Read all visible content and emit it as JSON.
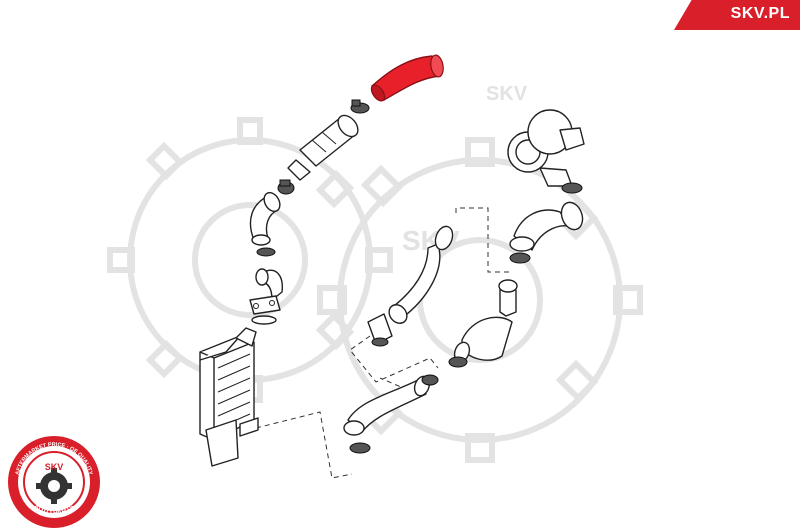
{
  "brand": {
    "label": "SKV.PL",
    "color": "#d81f2a"
  },
  "watermark": {
    "label": "SKV"
  },
  "seal": {
    "ring_text_top": "AFTERMARKET PRICE · OE QUALITY",
    "ring_text_bottom": "AUTO PARTS",
    "center_label": "SKV",
    "color": "#d81f2a"
  },
  "highlight": {
    "part": "intercooler-hose-top",
    "color": "#e8202a"
  },
  "parts": [
    "intercooler-hose-top",
    "hose-clamp",
    "charge-pipe",
    "elbow-hose",
    "turbocharger",
    "intercooler",
    "boost-hose"
  ]
}
